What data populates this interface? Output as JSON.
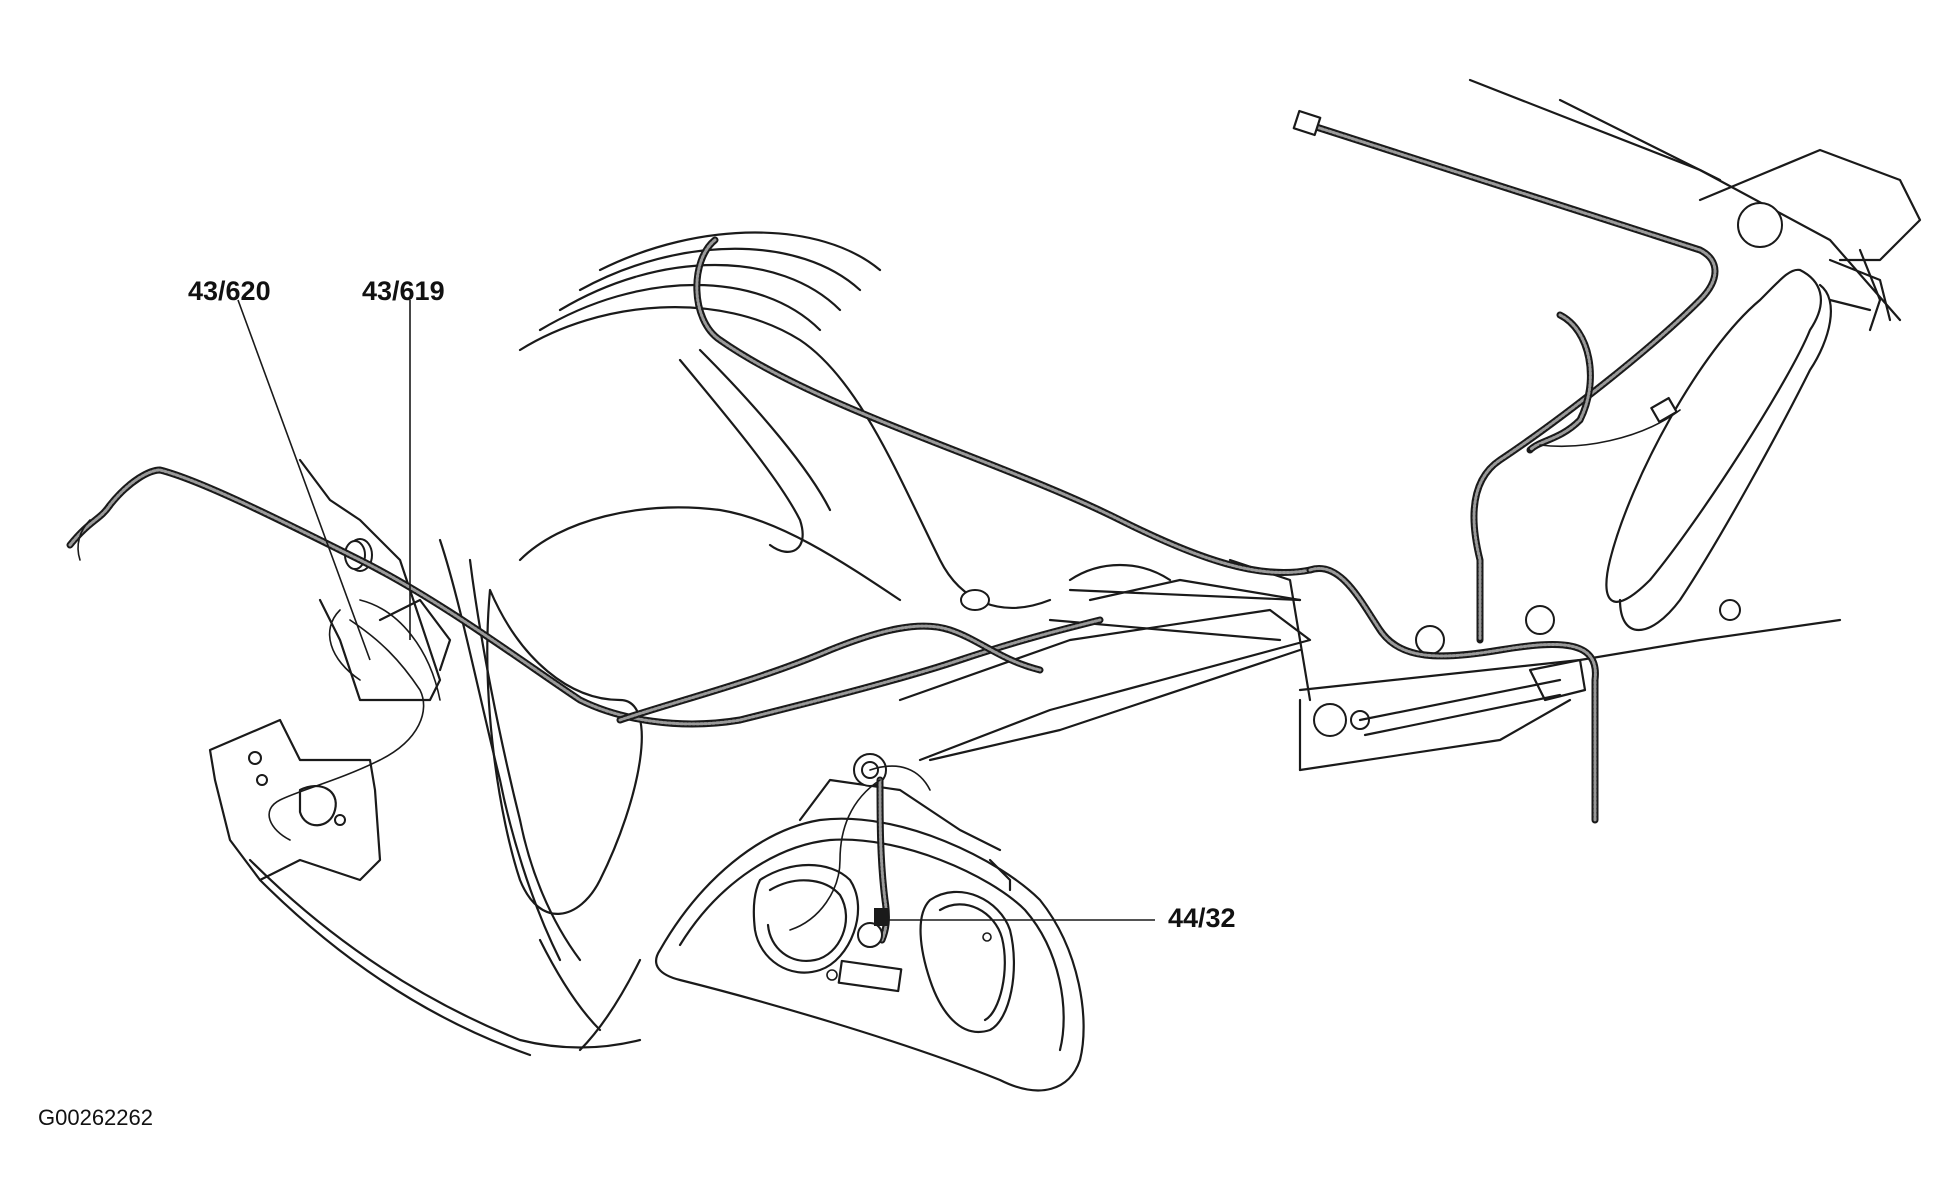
{
  "figure_id": "G00262262",
  "callouts": [
    {
      "id": "c1",
      "label": "43/620"
    },
    {
      "id": "c2",
      "label": "43/619"
    },
    {
      "id": "c3",
      "label": "44/32"
    }
  ]
}
